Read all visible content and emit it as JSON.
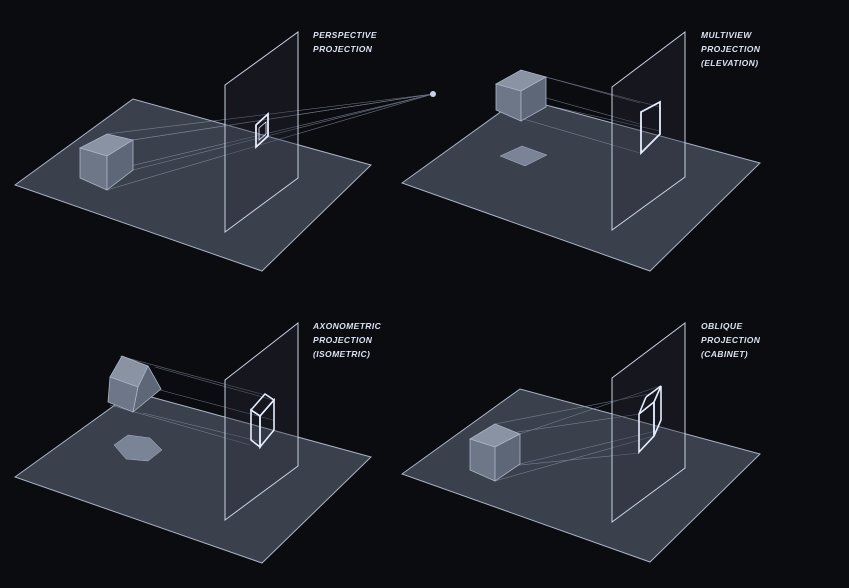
{
  "colors": {
    "background": "#0b0c10",
    "plane_fill": "#3a404c",
    "plane_stroke": "#aab4c8",
    "wall_stroke": "#c8d2e4",
    "cube_fill": "#6e7788",
    "cube_top": "#8a93a3",
    "projection_line": "#8f9ab0",
    "outline_highlight": "#e6eeff"
  },
  "panels": [
    {
      "id": "perspective",
      "lines": [
        "PERSPECTIVE",
        "PROJECTION"
      ]
    },
    {
      "id": "multiview",
      "lines": [
        "MULTIVIEW",
        "PROJECTION",
        "(ELEVATION)"
      ]
    },
    {
      "id": "axonometric",
      "lines": [
        "AXONOMETRIC",
        "PROJECTION",
        "(ISOMETRIC)"
      ]
    },
    {
      "id": "oblique",
      "lines": [
        "OBLIQUE",
        "PROJECTION",
        "(CABINET)"
      ]
    }
  ]
}
